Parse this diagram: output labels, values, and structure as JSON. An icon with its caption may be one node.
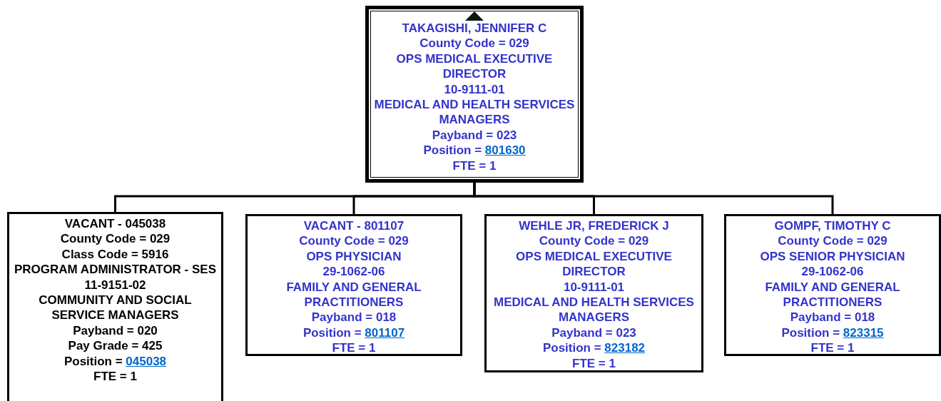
{
  "diagram": {
    "nodes": [
      {
        "text": [
          "TAKAGISHI, JENNIFER C",
          "County Code = 029",
          "OPS MEDICAL EXECUTIVE DIRECTOR",
          "10-9111-01",
          "MEDICAL AND HEALTH SERVICES MANAGERS",
          "Payband = 023",
          "Position = 801630",
          "FTE = 1"
        ]
      },
      {
        "text": [
          "VACANT - 045038",
          "County Code = 029",
          "Class Code = 5916",
          "PROGRAM ADMINISTRATOR - SES",
          "11-9151-02",
          "COMMUNITY AND SOCIAL SERVICE MANAGERS",
          "Payband = 020",
          "Pay Grade = 425",
          "Position = 045038",
          "FTE = 1"
        ]
      },
      {
        "text": [
          "VACANT - 801107",
          "County Code = 029",
          "OPS PHYSICIAN",
          "29-1062-06",
          "FAMILY AND GENERAL PRACTITIONERS",
          "Payband = 018",
          "Position = 801107",
          "FTE = 1"
        ]
      },
      {
        "text": [
          "WEHLE JR, FREDERICK J",
          "County Code = 029",
          "OPS MEDICAL EXECUTIVE DIRECTOR",
          "10-9111-01",
          "MEDICAL AND HEALTH SERVICES MANAGERS",
          "Payband = 023",
          "Position = 823182",
          "FTE = 1"
        ]
      },
      {
        "text": [
          "GOMPF, TIMOTHY C",
          "County Code = 029",
          "OPS SENIOR PHYSICIAN",
          "29-1062-06",
          "FAMILY AND GENERAL PRACTITIONERS",
          "Payband = 018",
          "Position = 823315",
          "FTE = 1"
        ]
      }
    ],
    "edges": [
      {
        "from": 0,
        "to": 1,
        "arrow": "none"
      },
      {
        "from": 0,
        "to": 2,
        "arrow": "none"
      },
      {
        "from": 0,
        "to": 3,
        "arrow": "none"
      },
      {
        "from": 0,
        "to": 4,
        "arrow": "none"
      }
    ]
  }
}
